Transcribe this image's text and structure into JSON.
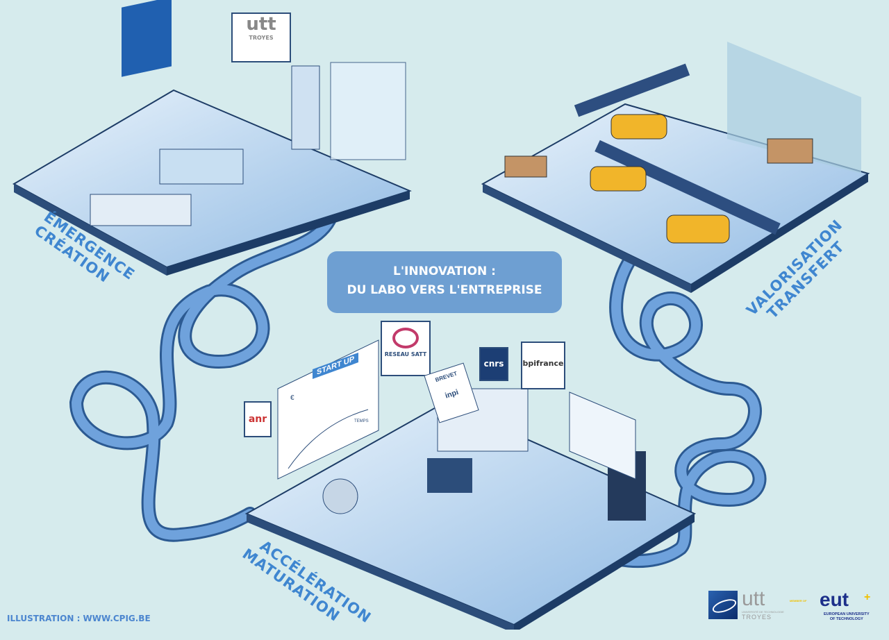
{
  "title": {
    "line1": "L'INNOVATION :",
    "line2": "DU LABO VERS L'ENTREPRISE"
  },
  "stages": [
    {
      "line1": "ÉMERGENCE",
      "line2": "CRÉATION"
    },
    {
      "line1": "VALORISATION",
      "line2": "TRANSFERT"
    },
    {
      "line1": "ACCÉLÉRATION",
      "line2": "MATURATION"
    }
  ],
  "signs": {
    "utt_poster": "utt",
    "utt_poster_sub": "TROYES",
    "startup": "START UP",
    "euro": "€",
    "temps": "TEMPS",
    "satt": "RESEAU SATT",
    "anr": "anr",
    "cnrs": "cnrs",
    "bpi": "bpifrance",
    "brevet": "BREVET",
    "inpi": "inpi"
  },
  "credit": "ILLUSTRATION : WWW.CPIG.BE",
  "logos": {
    "utt": "utt",
    "utt_sub": "UNIVERSITÉ DE TECHNOLOGIE",
    "utt_city": "TROYES",
    "member_of": "MEMBER OF",
    "eut": "eut",
    "eut_plus": "+",
    "eut_sub1": "EUROPEAN UNIVERSITY",
    "eut_sub2": "OF TECHNOLOGY"
  },
  "colors": {
    "background": "#d6ebed",
    "accent": "#3f86d0",
    "title_box": "#6e9fd2",
    "tube": "#4f86c6"
  }
}
